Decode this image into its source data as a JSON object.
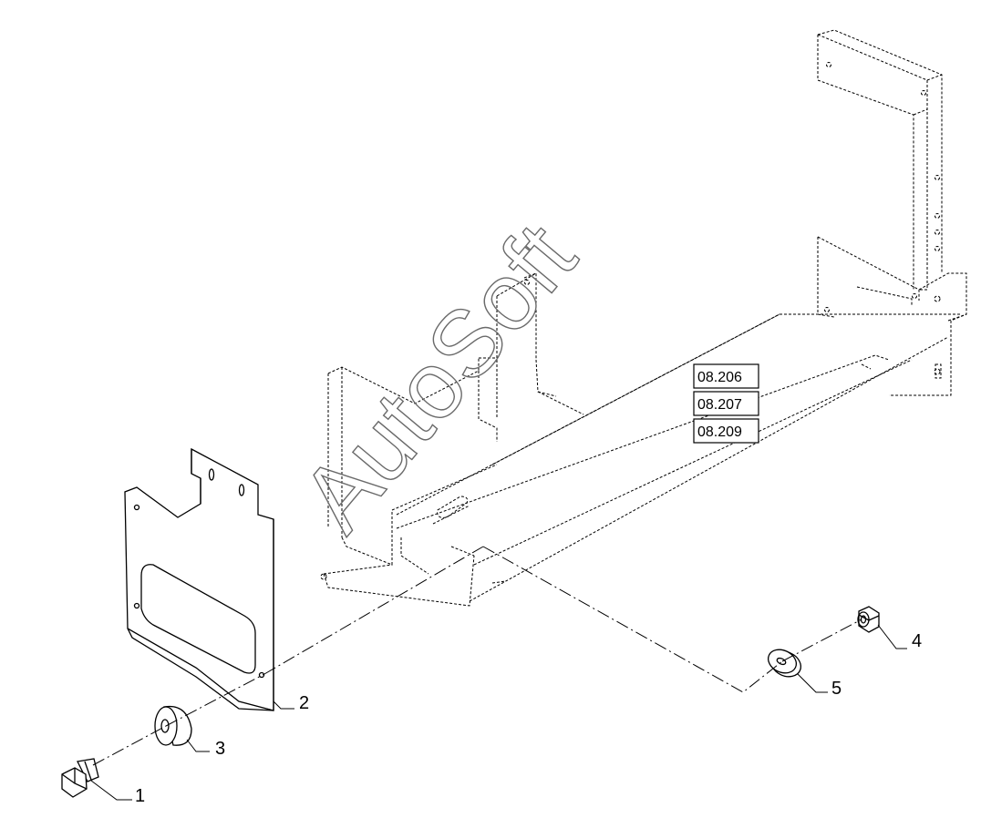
{
  "watermark": "AutoSoft",
  "references": [
    "08.206",
    "08.207",
    "08.209"
  ],
  "callouts": [
    {
      "number": "1",
      "part": "bolt"
    },
    {
      "number": "2",
      "part": "mudguard-plate"
    },
    {
      "number": "3",
      "part": "washer"
    },
    {
      "number": "4",
      "part": "nut"
    },
    {
      "number": "5",
      "part": "washer"
    }
  ]
}
